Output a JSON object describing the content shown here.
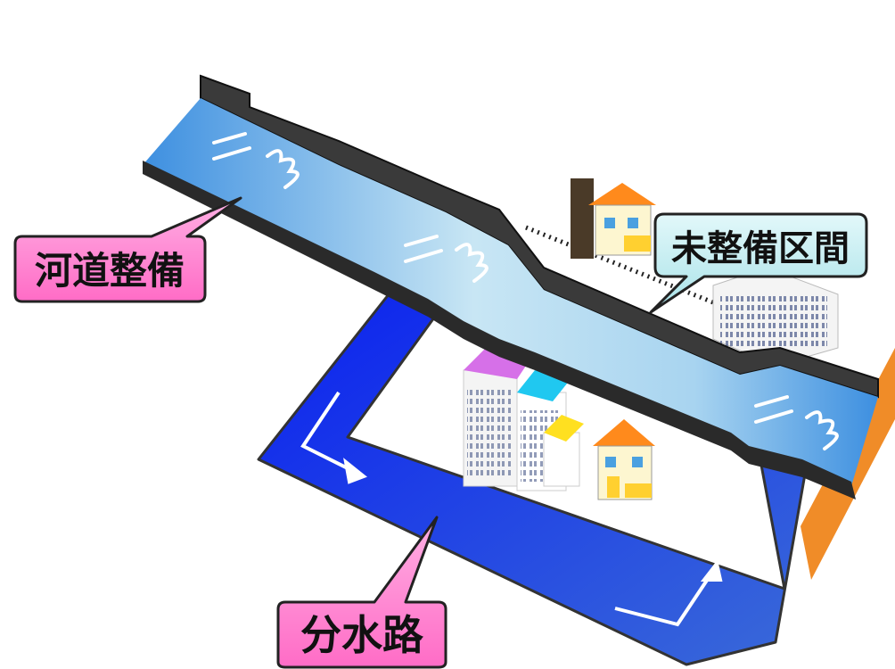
{
  "labels": {
    "river_improvement": "河道整備",
    "unimproved_section": "未整備区間",
    "diversion_channel": "分水路"
  },
  "colors": {
    "river_light": "#a8d8f0",
    "river_dark": "#3d8fe0",
    "channel_blue": "#1840e8",
    "pink_callout": "#ff7fd0",
    "teal_callout": "#b8ecef",
    "wall_dark": "#3a3a3a",
    "ground_orange": "#f08c28"
  },
  "icons": [
    "flow-mark-icon",
    "house-icon",
    "building-icon",
    "arrow-icon"
  ]
}
